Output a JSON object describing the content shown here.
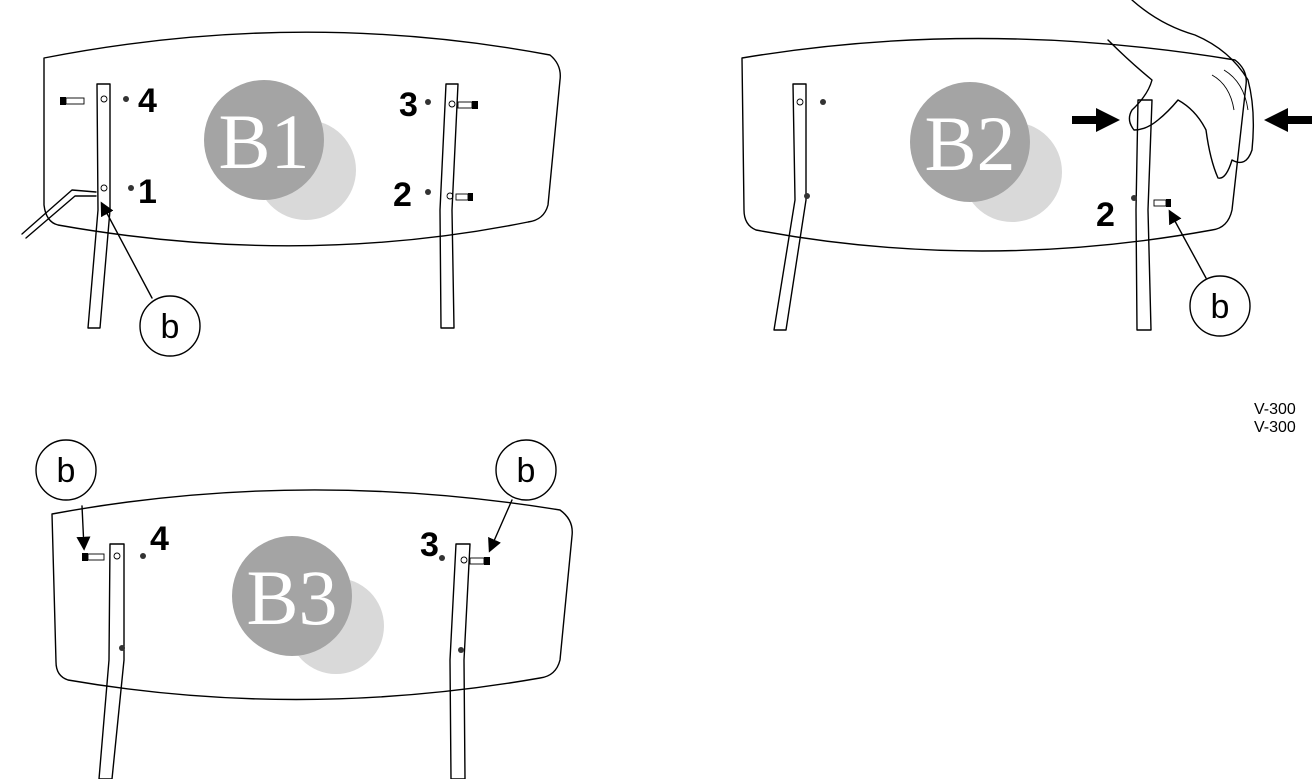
{
  "steps": [
    {
      "badge": "B1",
      "numbers": [
        "4",
        "1",
        "3",
        "2"
      ],
      "callouts": [
        "b"
      ]
    },
    {
      "badge": "B2",
      "numbers": [
        "2"
      ],
      "callouts": [
        "b"
      ]
    },
    {
      "badge": "B3",
      "numbers": [
        "4",
        "3"
      ],
      "callouts": [
        "b",
        "b"
      ]
    }
  ],
  "model_codes": [
    "V-300",
    "V-300"
  ],
  "colors": {
    "badge_dark": "#a4a4a4",
    "badge_light": "#d9d9d9",
    "line": "#000000"
  }
}
